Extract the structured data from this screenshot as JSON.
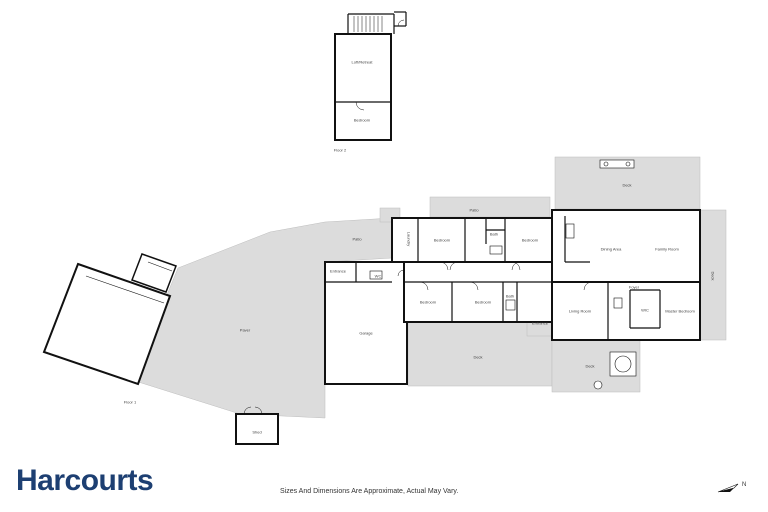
{
  "brand": {
    "name": "Harcourts",
    "color": "#1d3f72"
  },
  "disclaimer": "Sizes And Dimensions Are Approximate, Actual May Vary.",
  "compass": {
    "label": "N",
    "icon": "north-arrow-icon"
  },
  "colors": {
    "outdoor": "#dcdcdc",
    "wall": "#111111",
    "floor": "#ffffff"
  },
  "floors": {
    "floor2": {
      "caption": "Floor 2",
      "rooms": {
        "loft": "Loft/Retreat",
        "bedroom": "Bedroom"
      }
    },
    "floor1": {
      "caption": "Floor 1",
      "rooms": {
        "deck_top": "Deck",
        "patio_top": "Patio",
        "patio_left": "Patio",
        "laundry": "Laundry",
        "bedroom_1": "Bedroom",
        "bath": "Bath",
        "bedroom_2": "Bedroom",
        "dining_area": "Dining Area",
        "family_room": "Family Room",
        "entrance": "Entrance",
        "wc": "WC",
        "deck_right": "Deck",
        "bedroom_3": "Bedroom",
        "bedroom_4": "Bedroom",
        "bath_2": "Bath",
        "foyer": "Foyer",
        "living_room": "Living Room",
        "wic": "WIC",
        "master_bedroom": "Master Bedroom",
        "garage": "Garage",
        "paver": "Paver",
        "deck_mid": "Deck",
        "deck_bottom": "Deck",
        "shed": "Shed"
      }
    }
  }
}
